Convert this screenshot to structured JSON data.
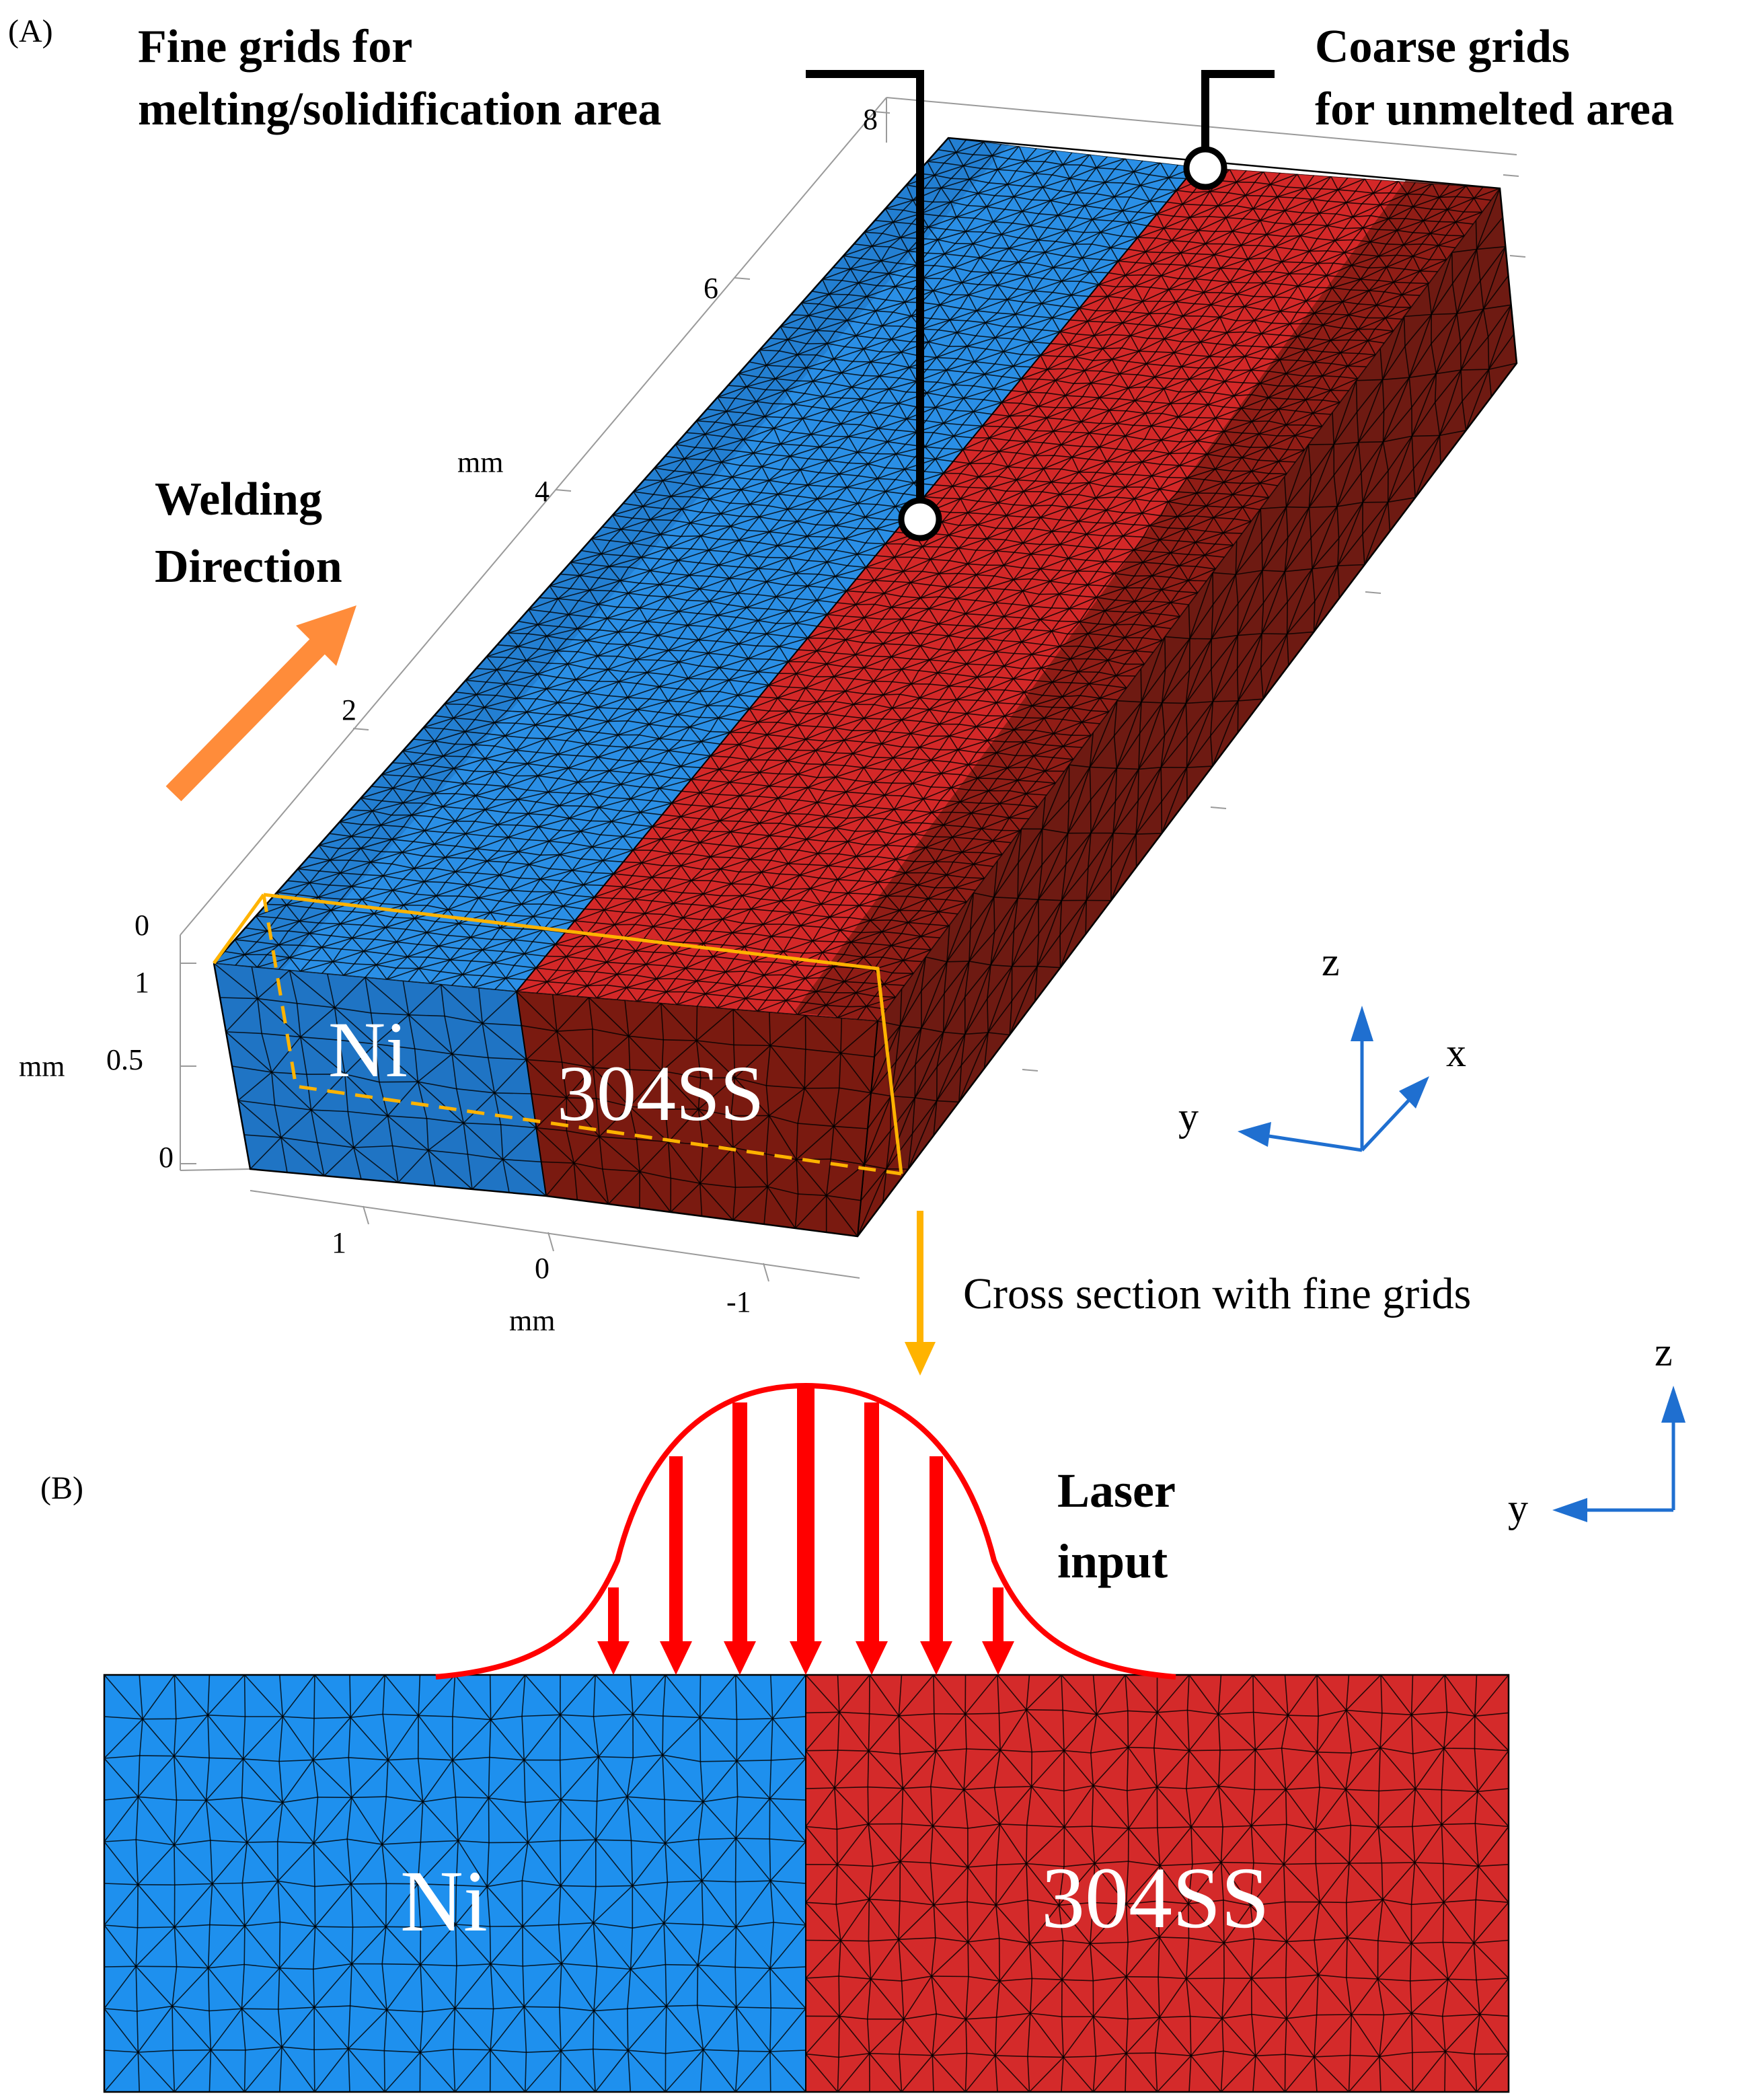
{
  "panel_a": {
    "label": "(A)",
    "callout_fine": [
      "Fine grids for",
      "melting/solidification area"
    ],
    "callout_coarse": [
      "Coarse grids",
      "for unmelted area"
    ],
    "welding_direction": [
      "Welding",
      "Direction"
    ],
    "length_axis": {
      "ticks": [
        "2",
        "4",
        "6",
        "8"
      ],
      "unit": "mm"
    },
    "height_axis": {
      "ticks": [
        "0",
        "1",
        "0.5",
        "0"
      ],
      "unit": "mm"
    },
    "width_axis": {
      "ticks": [
        "1",
        "0",
        "-1"
      ],
      "unit": "mm"
    },
    "material_left": "Ni",
    "material_right": "304SS",
    "triad": {
      "z": "z",
      "x": "x",
      "y": "y"
    },
    "cross_section_note": "Cross section with fine grids"
  },
  "panel_b": {
    "label": "(B)",
    "laser_label": [
      "Laser",
      "input"
    ],
    "triad": {
      "z": "z",
      "y": "y"
    },
    "material_left": "Ni",
    "material_right": "304SS"
  },
  "colors": {
    "ni_top": "#2a8fe6",
    "ni_side": "#1f74c4",
    "ss_top": "#d42828",
    "ss_side": "#7a1a10",
    "ss_end": "#6e1a12",
    "laser": "#ff0000",
    "welding_arrow": "#ff8c3a",
    "section_outline": "#ffb300",
    "triad": "#1f6fd0",
    "ni_2d": "#1e90ee",
    "ss_2d": "#d42a2a"
  }
}
